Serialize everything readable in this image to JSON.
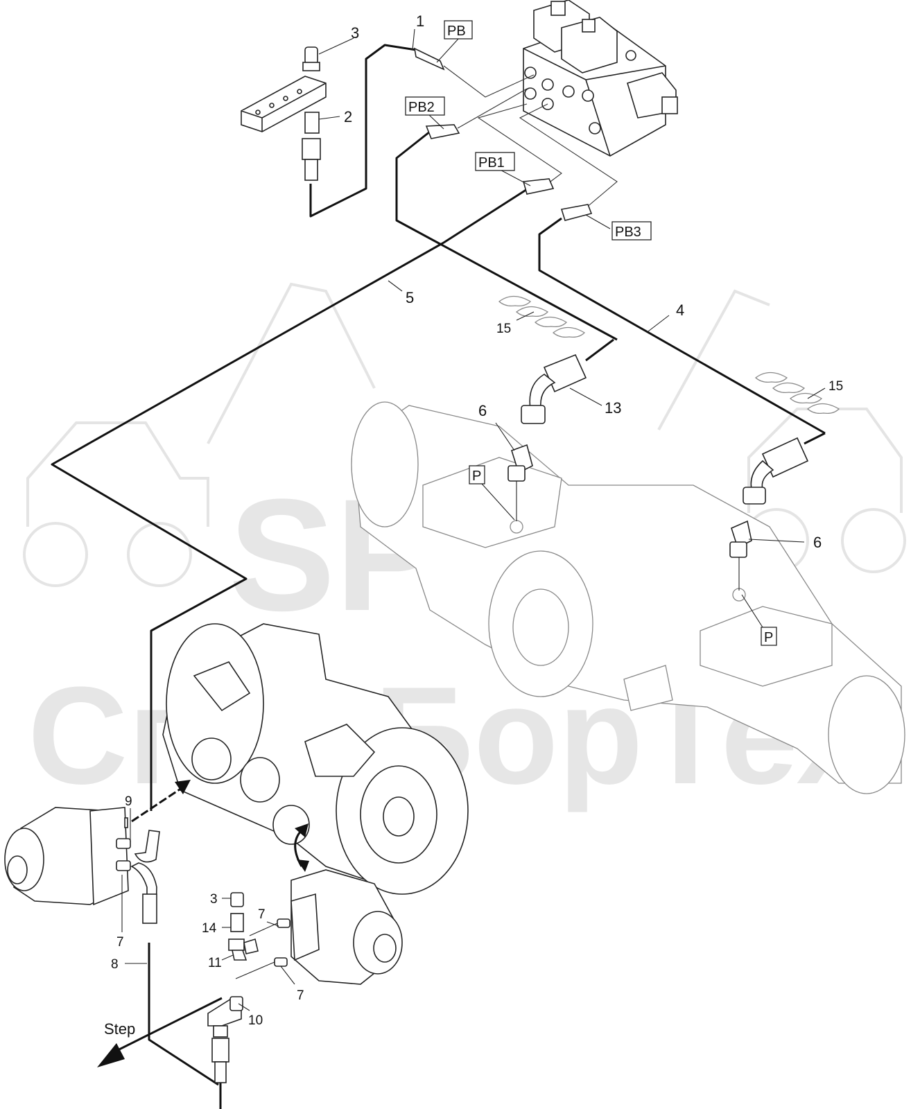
{
  "callouts": {
    "c1": "1",
    "c2": "2",
    "c3": "3",
    "c4": "4",
    "c5": "5",
    "c6a": "6",
    "c6b": "6",
    "c7a": "7",
    "c7b": "7",
    "c7c": "7",
    "c8": "8",
    "c9": "9",
    "c10": "10",
    "c11": "11",
    "c13": "13",
    "c14": "14",
    "c15a": "15",
    "c15b": "15",
    "c3b": "3"
  },
  "boxed_labels": {
    "pb": "PB",
    "pb1": "PB1",
    "pb2": "PB2",
    "pb3": "PB3",
    "p_left": "P",
    "p_right": "P"
  },
  "direction_label": "Step",
  "watermark": {
    "line1": "SPT",
    "line2": "СпецБорТех"
  },
  "colors": {
    "line": "#111111",
    "outline": "#222222",
    "watermark": "#e6e6e6",
    "background": "#ffffff"
  }
}
